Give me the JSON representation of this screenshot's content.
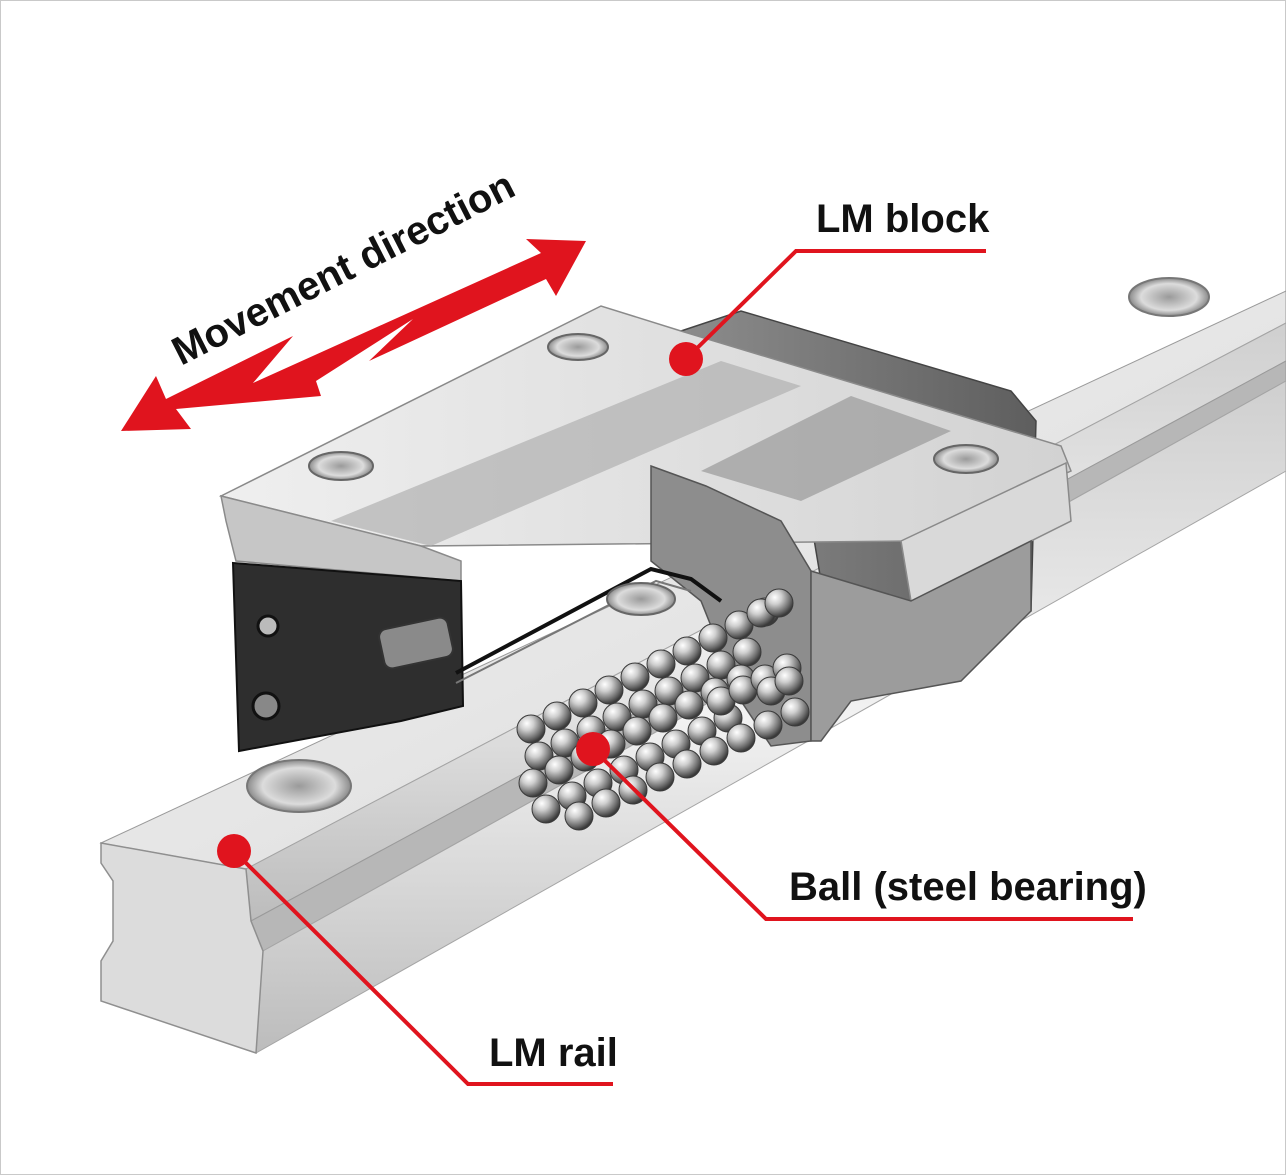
{
  "labels": {
    "movement": "Movement direction",
    "lm_block": "LM block",
    "ball": "Ball (steel bearing)",
    "lm_rail": "LM rail"
  },
  "colors": {
    "accent": "#e0141e",
    "metal_light": "#e6e6e6",
    "metal_mid": "#bdbdbd",
    "metal_dark": "#6f6f6f",
    "endcap": "#2b2b2b"
  }
}
